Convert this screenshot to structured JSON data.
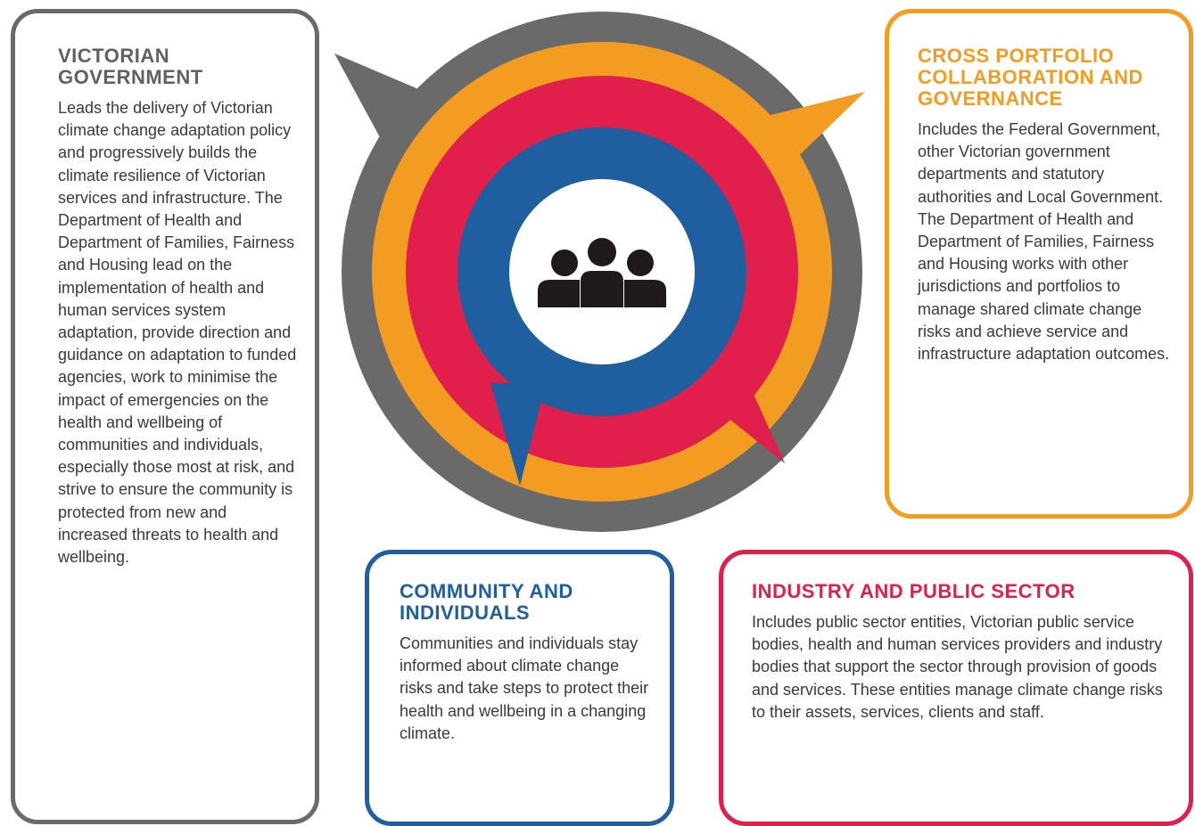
{
  "colors": {
    "government": "#6a6a6a",
    "cross_portfolio": "#f39c22",
    "industry": "#e01f4d",
    "community": "#1f5fa0",
    "people_icon": "#1f1a17"
  },
  "center_icon": "people-group-icon",
  "government": {
    "title": "VICTORIAN GOVERNMENT",
    "body": "Leads the delivery of Victorian climate change adaptation policy and progressively builds the climate resilience of Victorian services and infrastructure. The Department of Health and Department of Families, Fairness and Housing lead on the implementation of health and human services system adaptation, provide direction and guidance on adaptation to funded agencies, work to minimise the impact of emergencies on the health and wellbeing of communities and individuals, especially those most at risk, and strive to ensure the community is protected from new and increased threats to health and wellbeing."
  },
  "cross_portfolio": {
    "title": "CROSS PORTFOLIO COLLABORATION AND GOVERNANCE",
    "body": "Includes the Federal Government, other Victorian government departments and statutory authorities and Local Government. The Department of Health and Department of Families, Fairness and Housing works with other jurisdictions and portfolios to manage shared climate change risks and achieve service and infrastructure adaptation outcomes."
  },
  "community": {
    "title": "COMMUNITY AND INDIVIDUALS",
    "body": "Communities and individuals stay informed about climate change risks and take steps to protect their health and wellbeing in a changing climate."
  },
  "industry": {
    "title": "INDUSTRY AND PUBLIC SECTOR",
    "body": "Includes public sector entities, Victorian public service bodies, health and human services providers and industry bodies that support the sector through provision of goods and services. These entities manage climate change risks to their assets, services, clients and staff."
  }
}
